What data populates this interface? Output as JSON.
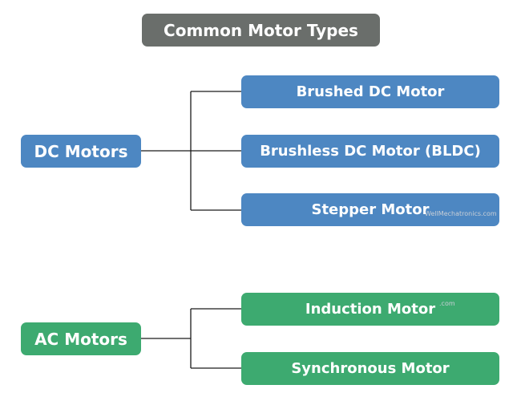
{
  "title": "Common Motor Types",
  "dc": {
    "label": "DC Motors",
    "color": "#4d87c2",
    "items": [
      "Brushed DC Motor",
      "Brushless DC Motor (BLDC)",
      "Stepper Motor"
    ]
  },
  "ac": {
    "label": "AC Motors",
    "color": "#3daa70",
    "items": [
      "Induction Motor",
      "Synchronous Motor"
    ]
  },
  "watermark": "WellMechatronics.com",
  "watermark_short": ".com"
}
